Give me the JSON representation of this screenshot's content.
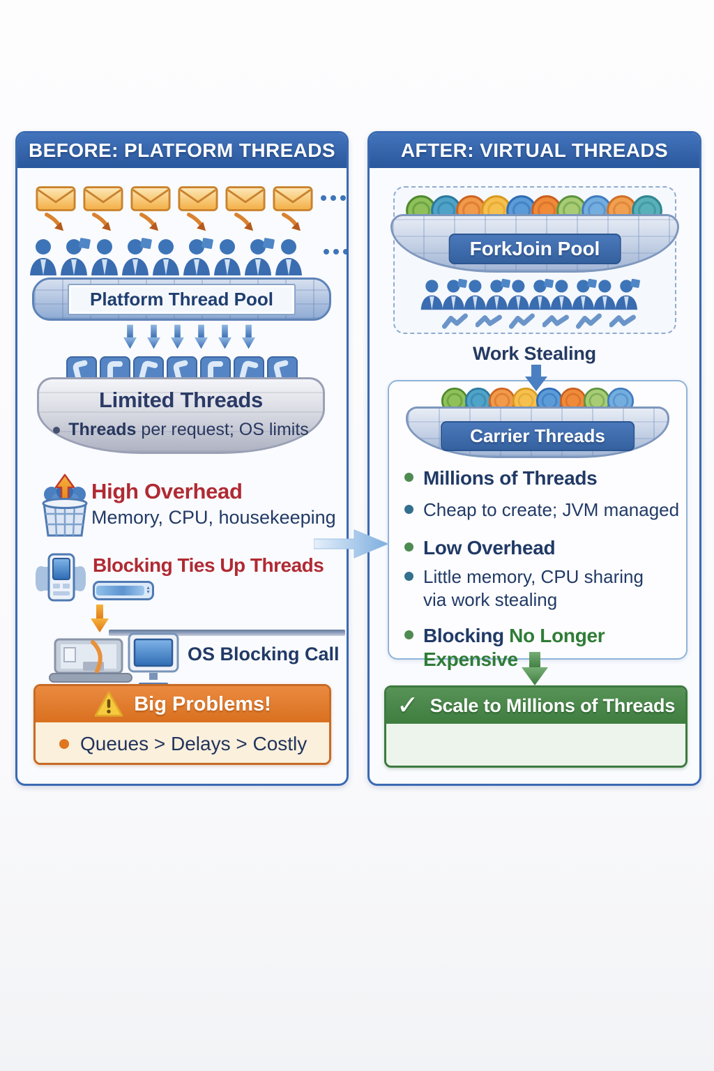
{
  "left": {
    "header": "BEFORE: PLATFORM THREADS",
    "pool_label": "Platform Thread Pool",
    "limited": {
      "title": "Limited Threads",
      "bullet_bold": "Threads",
      "bullet_rest": " per request; OS limits"
    },
    "overhead": {
      "title": "High Overhead",
      "subtitle": "Memory, CPU, housekeeping"
    },
    "blocking_title": "Blocking Ties Up Threads",
    "os_call": "OS Blocking Call",
    "problems": {
      "title": "Big Problems!",
      "bullet": "Queues > Delays > Costly"
    },
    "counts": {
      "envelopes": 6,
      "arrows": 6,
      "people": 9,
      "pool_arrows": 6,
      "thread_tiles": 7
    }
  },
  "right": {
    "header": "AFTER: VIRTUAL THREADS",
    "forkjoin_label": "ForkJoin Pool",
    "work_stealing": "Work Stealing",
    "carrier_label": "Carrier Threads",
    "bullets": {
      "millions": "Millions of Threads",
      "cheap": "Cheap to create; JVM managed",
      "low": "Low Overhead",
      "little_line1": "Little memory, CPU sharing",
      "little_line2": "via work stealing",
      "blocking_bold": "Blocking",
      "blocking_rest": "No Longer Expensive"
    },
    "scale_banner": "Scale to Millions of Threads",
    "check_glyph": "✓",
    "counts": {
      "coins": 10,
      "people": 10,
      "work_items": 6,
      "carrier_coins": 8
    }
  },
  "colors": {
    "panel_border": "#3a6ab3",
    "header_blue": "#2f5fa7",
    "navy": "#213a66",
    "red": "#b02a33",
    "green": "#2f7c36",
    "green_bullet": "#4e8b52",
    "teal_bullet": "#336f8e",
    "orange_header": "#d9701f",
    "orange_body": "#faf0dc",
    "banner_green": "#4a8a4b",
    "banner_green_body": "#edf4eb",
    "coin_palette": [
      [
        "#8fc05a",
        "#4e8a2e"
      ],
      [
        "#4fa3c8",
        "#2b7a9e"
      ],
      [
        "#f09a4a",
        "#cf6420"
      ],
      [
        "#f6c04e",
        "#d99a20"
      ],
      [
        "#5b9bd8",
        "#2f6cb4"
      ],
      [
        "#ef8a3a",
        "#c9601e"
      ],
      [
        "#a8cc74",
        "#5e9440"
      ],
      [
        "#74aede",
        "#3f7cc0"
      ],
      [
        "#f0a050",
        "#d07028"
      ],
      [
        "#59b0b8",
        "#2f8690"
      ]
    ]
  }
}
